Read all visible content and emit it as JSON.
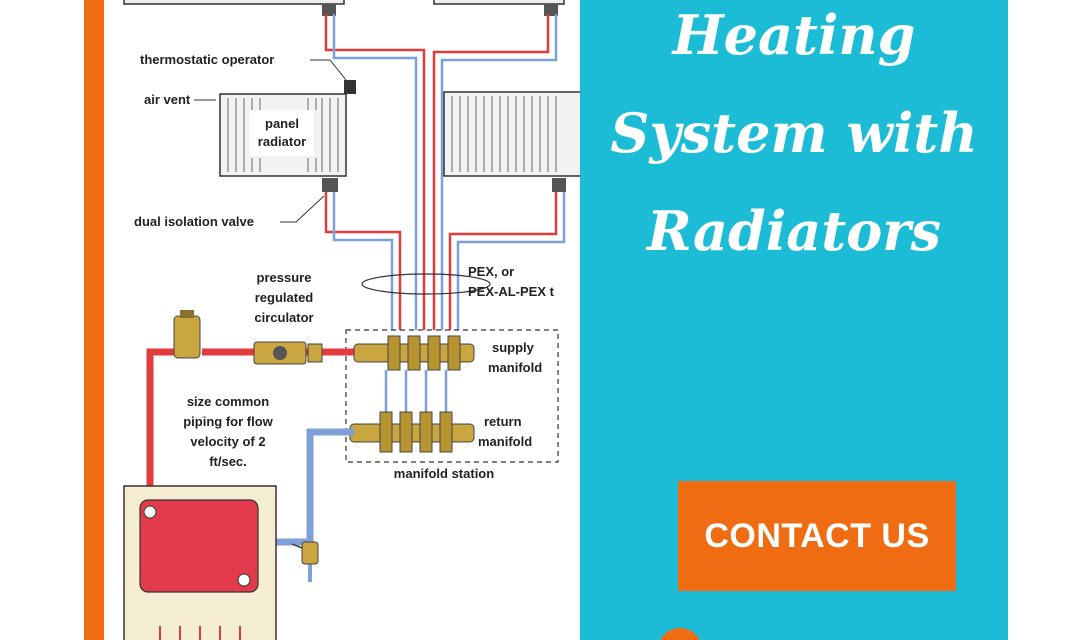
{
  "diagram": {
    "labels": {
      "thermostatic_operator": "thermostatic operator",
      "air_vent": "air vent",
      "panel_radiator_line1": "panel",
      "panel_radiator_line2": "radiator",
      "dual_isolation_valve": "dual isolation valve",
      "pex_line1": "PEX, or",
      "pex_line2": "PEX-AL-PEX t",
      "circulator_line1": "pressure",
      "circulator_line2": "regulated",
      "circulator_line3": "circulator",
      "supply_line1": "supply",
      "supply_line2": "manifold",
      "return_line1": "return",
      "return_line2": "manifold",
      "sizing_line1": "size common",
      "sizing_line2": "piping for flow",
      "sizing_line3": "velocity of 2",
      "sizing_line4": "ft/sec.",
      "manifold_station": "manifold station"
    },
    "colors": {
      "supply": "#e23b3b",
      "return": "#7f9fd8",
      "brass": "#c9a640"
    }
  },
  "panel": {
    "heading_lines": [
      "Heating",
      "System with",
      "Radiators"
    ],
    "contact_label": "CONTACT US",
    "colors": {
      "background": "#1cbcd6",
      "accent": "#ef6c12"
    }
  }
}
